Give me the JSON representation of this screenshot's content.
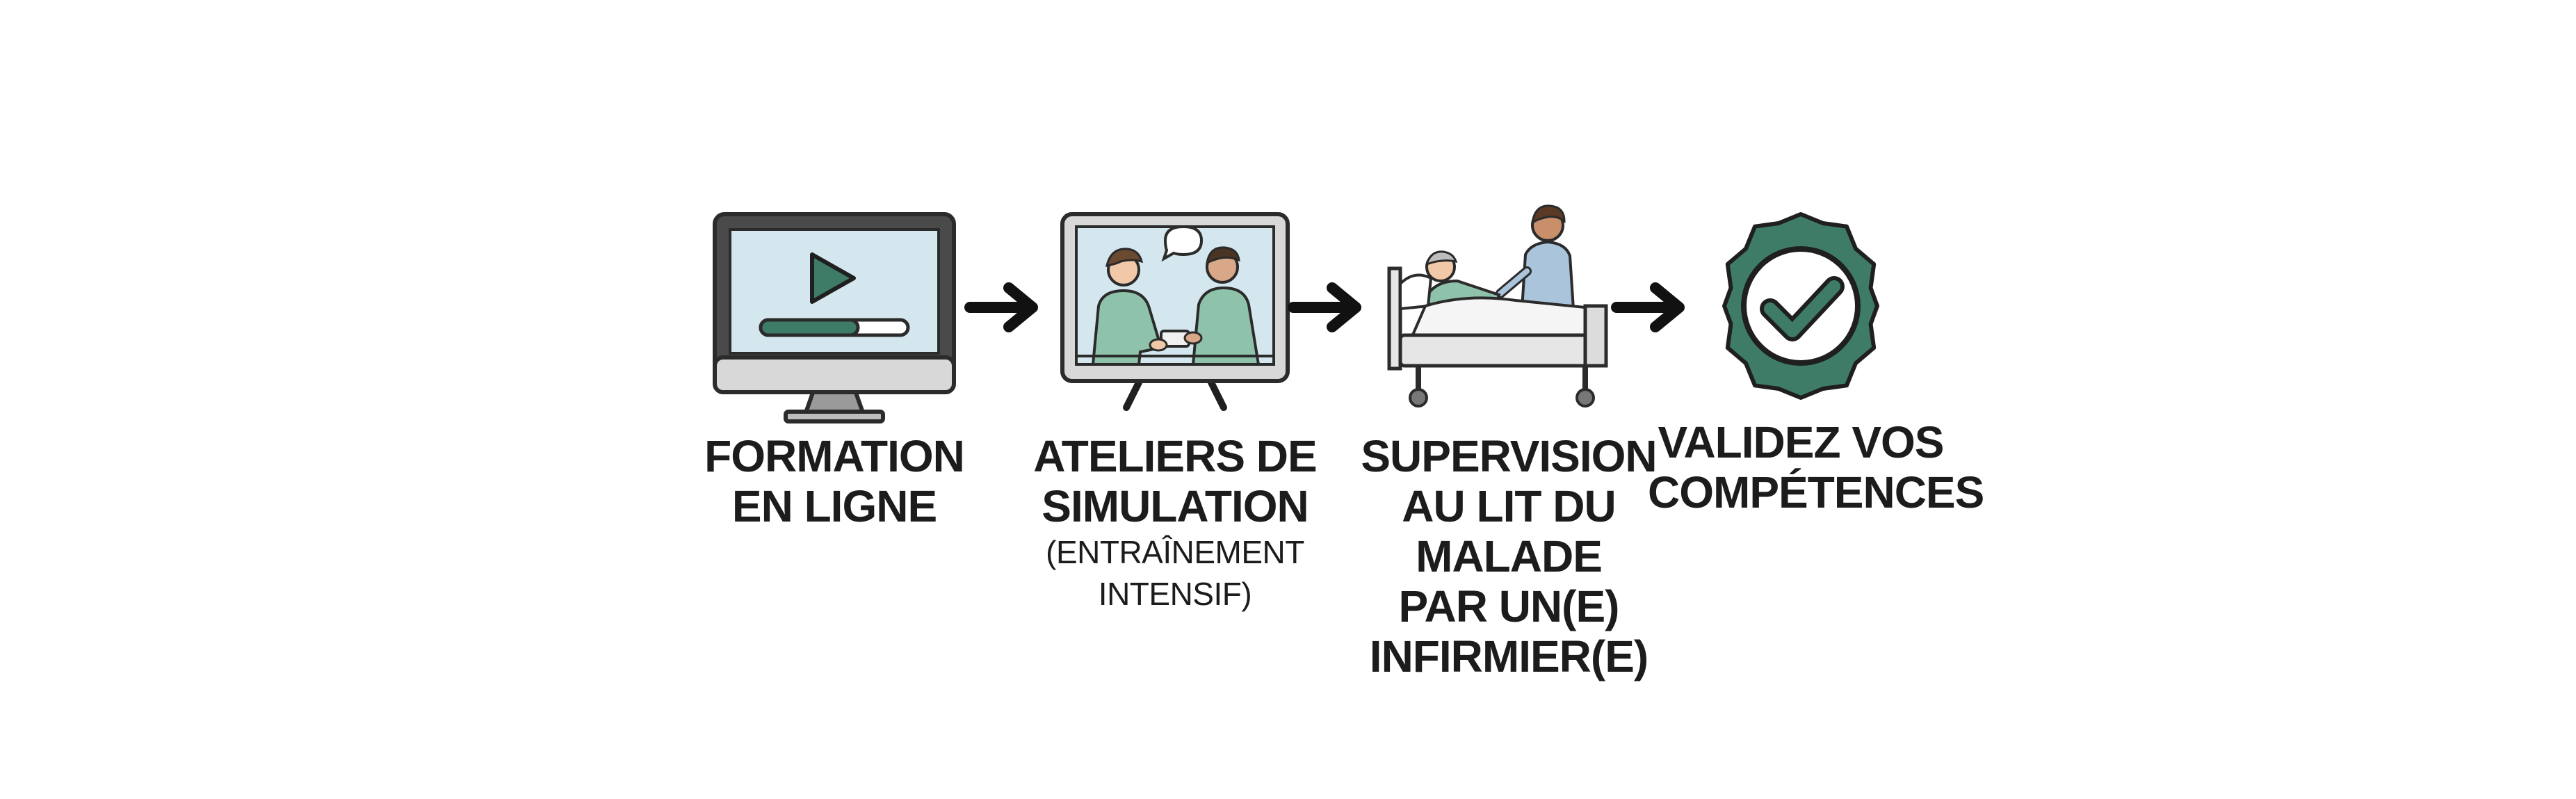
{
  "steps": [
    {
      "icon": "monitor-play-icon",
      "title_lines": [
        "FORMATION",
        "EN LIGNE"
      ]
    },
    {
      "icon": "simulation-screen-icon",
      "title_lines": [
        "ATELIERS DE",
        "SIMULATION"
      ],
      "subtitle_lines": [
        "(ENTRAÎNEMENT",
        "INTENSIF)"
      ]
    },
    {
      "icon": "hospital-bed-icon",
      "title_lines": [
        "SUPERVISION",
        "AU LIT DU MALADE",
        "PAR UN(E)",
        "INFIRMIER(E)"
      ]
    },
    {
      "icon": "check-badge-icon",
      "title_lines": [
        "VALIDEZ VOS",
        "COMPÉTENCES"
      ]
    }
  ],
  "arrows": 3,
  "colors": {
    "accent_green": "#3e7c68",
    "light_green": "#8fc2ab",
    "screen_bg": "#d5e7ee",
    "frame_dark": "#4a4a4a",
    "frame_light": "#d8d8d8",
    "arrow": "#111111",
    "text": "#1c1c1c"
  }
}
